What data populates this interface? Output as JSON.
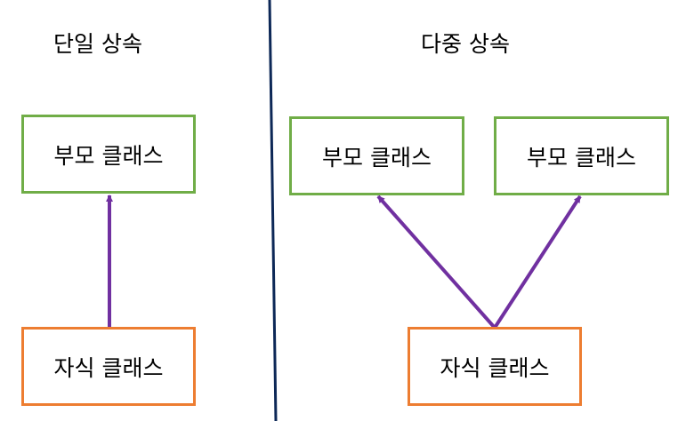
{
  "colors": {
    "parent_border": "#70AD47",
    "child_border": "#ED7D31",
    "arrow": "#7030A0",
    "divider": "#0D2857"
  },
  "single": {
    "title": "단일 상속",
    "parent_label": "부모 클래스",
    "child_label": "자식 클래스"
  },
  "multiple": {
    "title": "다중 상속",
    "parent_left_label": "부모 클래스",
    "parent_right_label": "부모 클래스",
    "child_label": "자식 클래스"
  }
}
